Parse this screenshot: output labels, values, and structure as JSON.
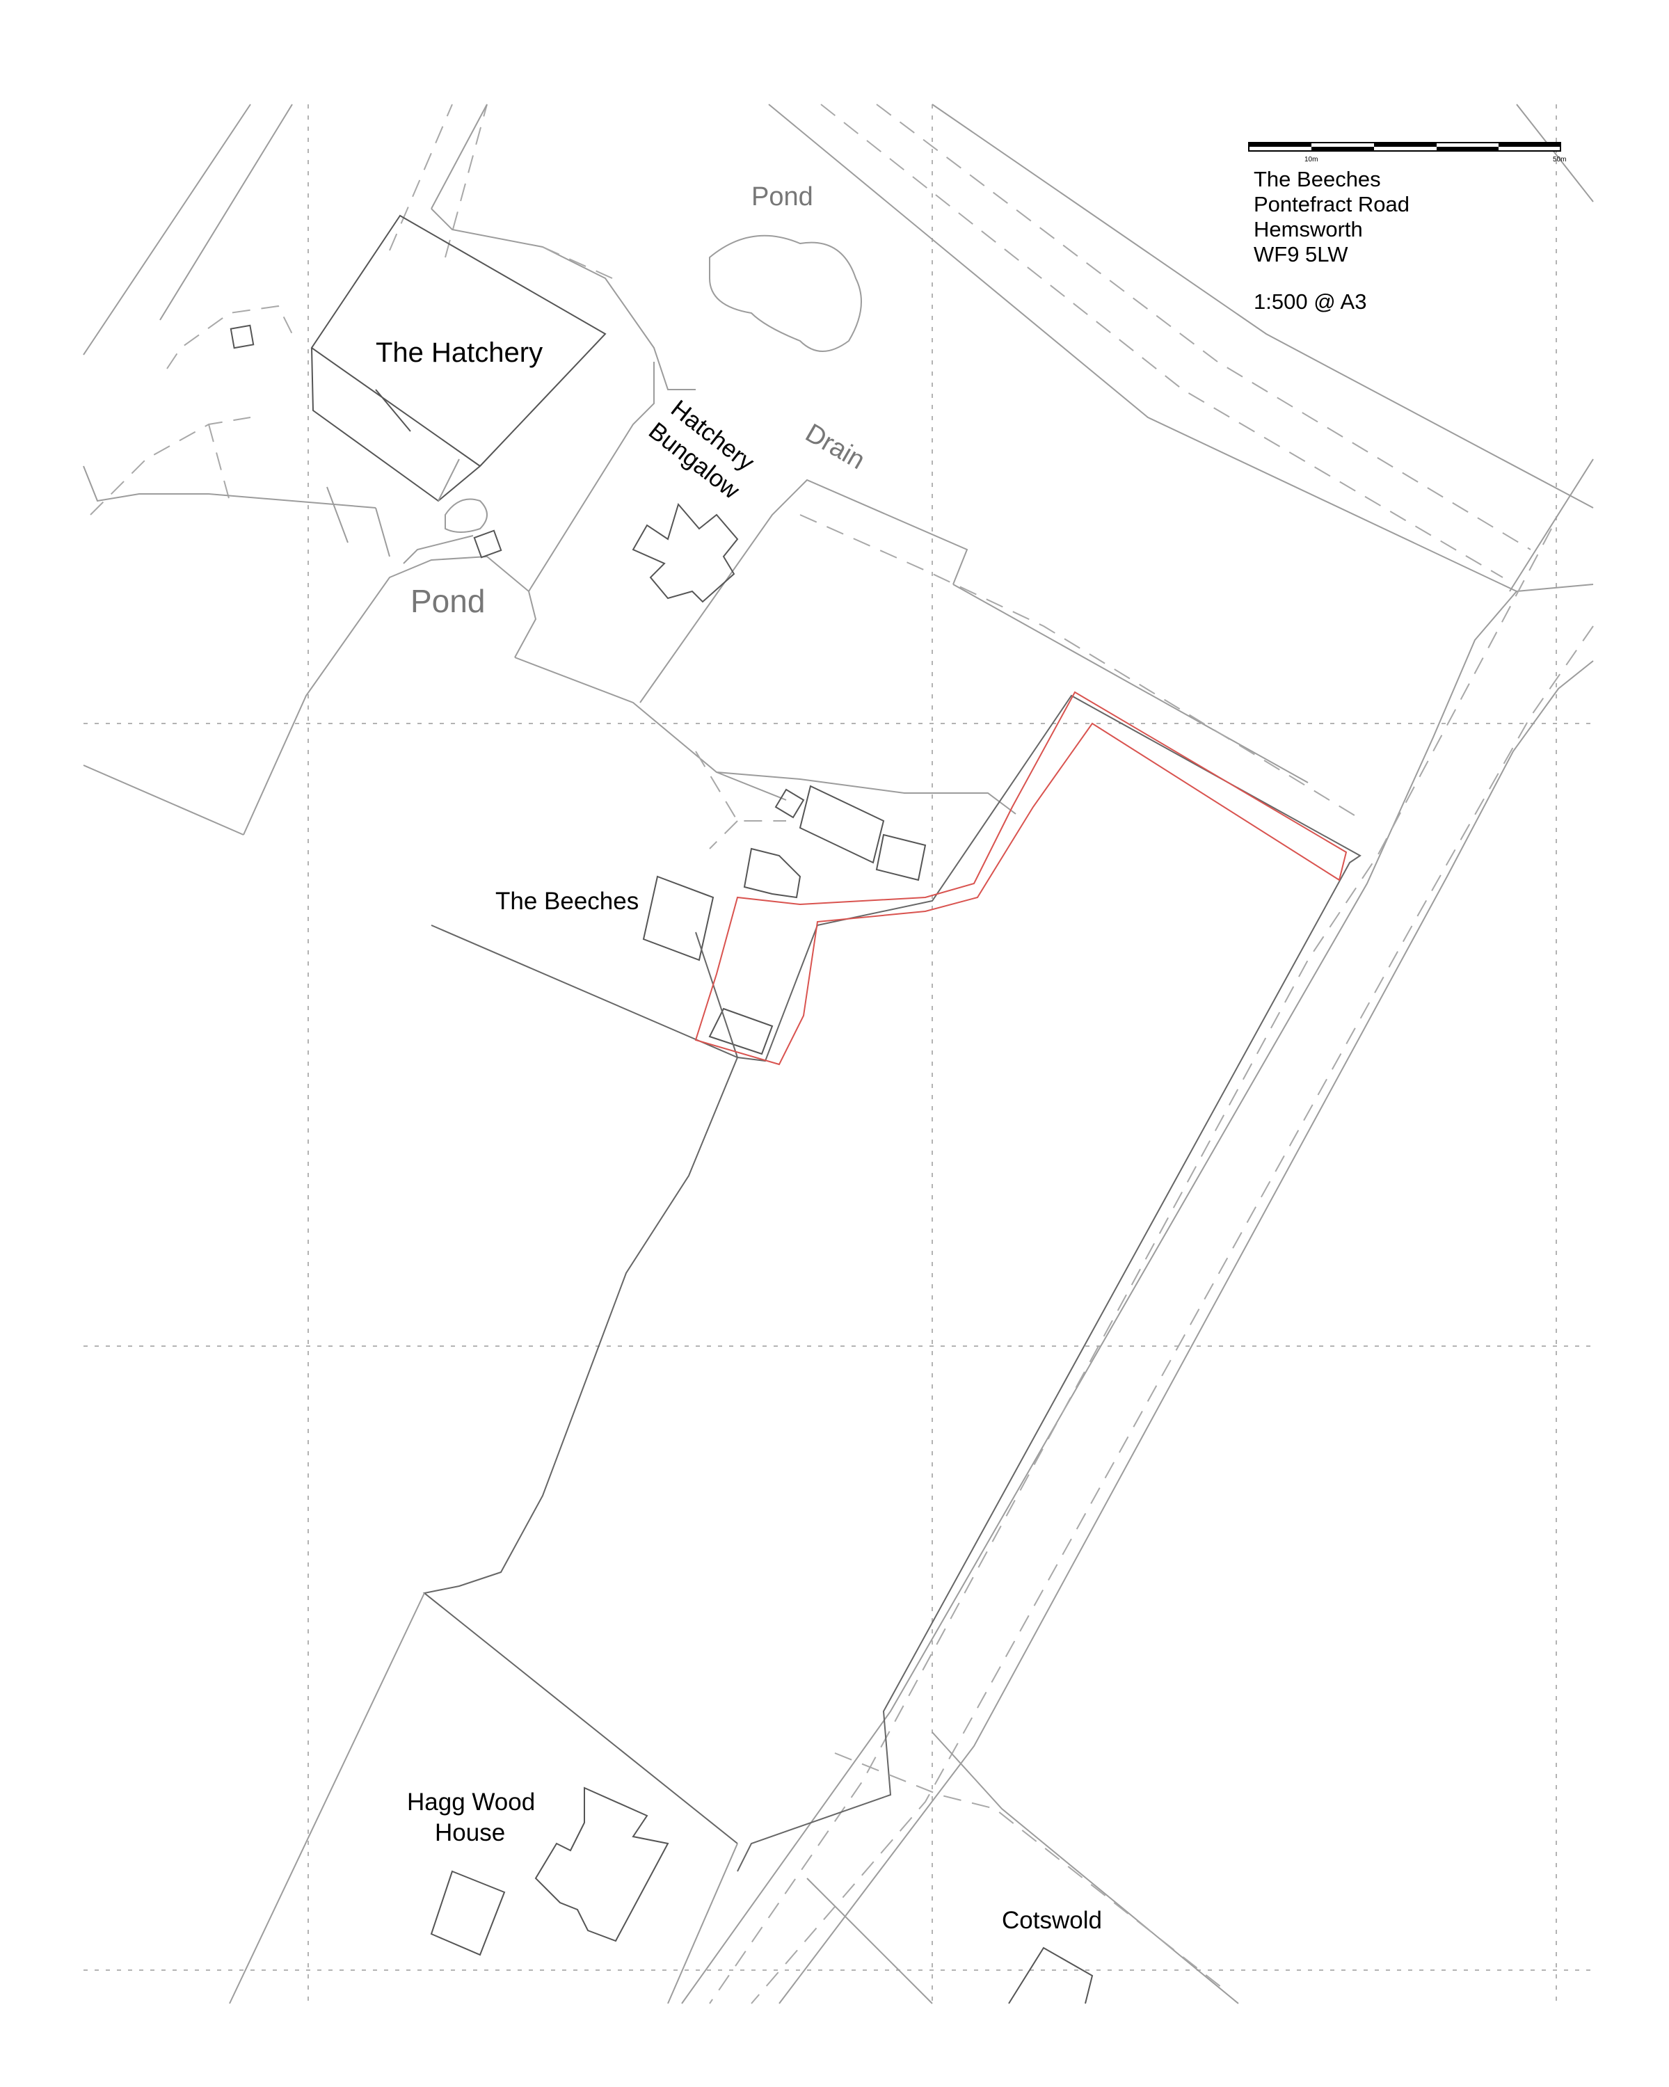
{
  "labels": {
    "pond_top": "Pond",
    "pond_left": "Pond",
    "hatchery": "The Hatchery",
    "bungalow_line1": "Hatchery",
    "bungalow_line2": "Bungalow",
    "drain": "Drain",
    "beeches": "The Beeches",
    "hagg_line1": "Hagg Wood",
    "hagg_line2": "House",
    "cotswold": "Cotswold"
  },
  "address": {
    "line1": "The Beeches",
    "line2": "Pontefract Road",
    "line3": "Hemsworth",
    "line4": "WF9 5LW",
    "scale": "1:500 @ A3"
  },
  "scale_bar": {
    "tick_mid": "10m",
    "tick_end": "50m"
  },
  "colors": {
    "site_boundary": "#d9534f",
    "linework": "#9c9c9c",
    "grid": "#b3b3b3"
  }
}
